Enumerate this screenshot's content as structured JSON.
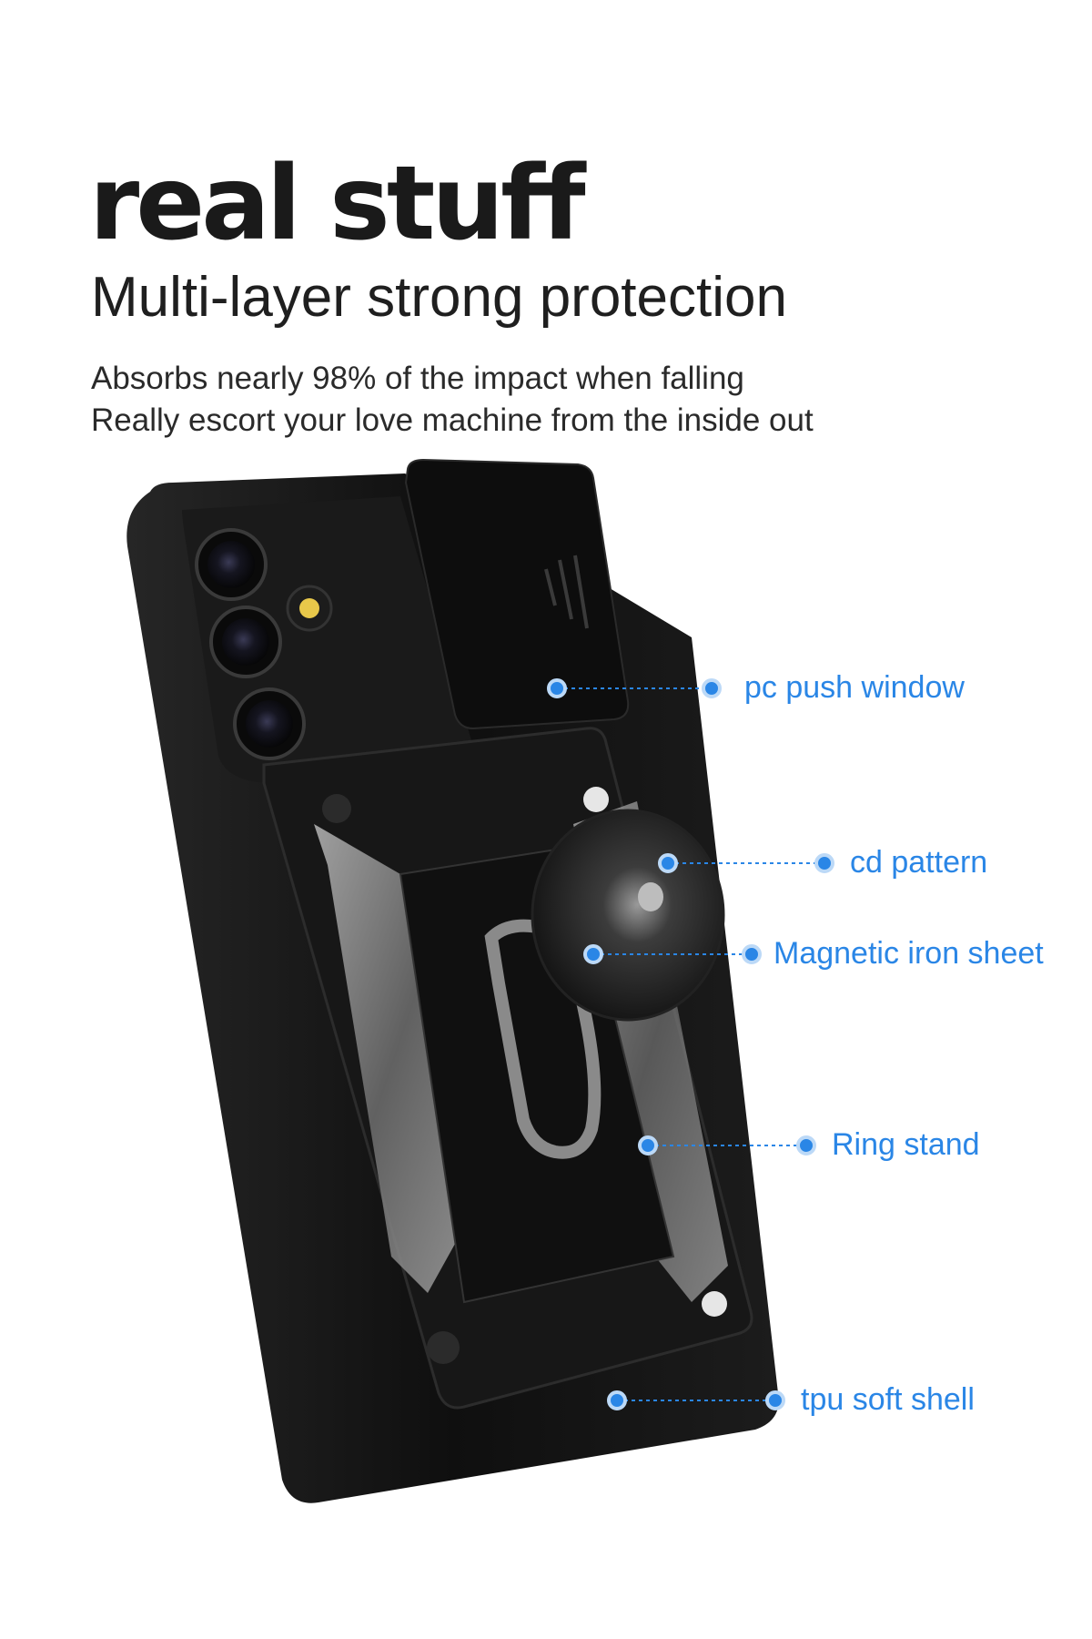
{
  "header": {
    "title": "real stuff",
    "subtitle": "Multi-layer strong protection",
    "lines": [
      "Absorbs nearly 98% of the impact when falling",
      "Really escort your love machine from the inside out"
    ]
  },
  "callouts": [
    {
      "label": "pc push window",
      "icon": "dot-icon"
    },
    {
      "label": "cd pattern",
      "icon": "dot-icon"
    },
    {
      "label": "Magnetic iron sheet",
      "icon": "dot-icon"
    },
    {
      "label": "Ring stand",
      "icon": "dot-icon"
    },
    {
      "label": "tpu soft shell",
      "icon": "dot-icon"
    }
  ],
  "colors": {
    "accent": "#2a86e6",
    "case": "#121212",
    "metal": "#8c8c8c"
  }
}
